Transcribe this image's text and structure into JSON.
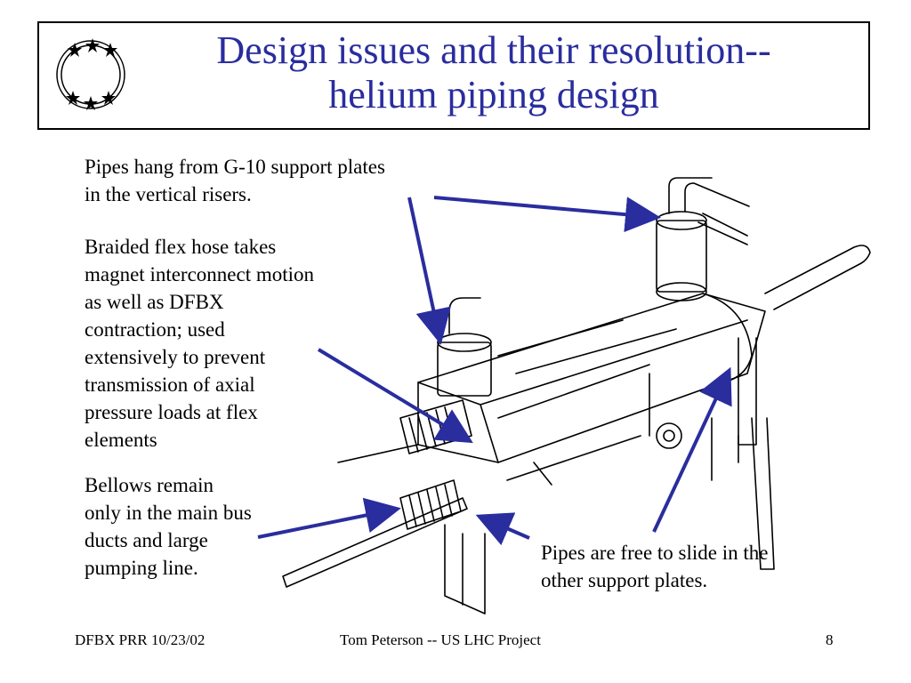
{
  "slide": {
    "title_line1": "Design issues and their resolution--",
    "title_line2": "helium piping design",
    "accent_color": "#2a2d9e"
  },
  "notes": {
    "support_plates": [
      "Pipes hang from G-10 support plates",
      "in the vertical risers."
    ],
    "flex_hose": [
      "Braided flex hose takes",
      "magnet interconnect motion",
      "as well as DFBX",
      "contraction; used",
      "extensively to prevent",
      "transmission of axial",
      "pressure loads at flex",
      "elements"
    ],
    "bellows": [
      "Bellows remain",
      "only in the main bus",
      "ducts and large",
      "pumping line."
    ],
    "slide_free": [
      "Pipes are free to slide in the",
      "other support plates."
    ]
  },
  "footer": {
    "left": "DFBX PRR  10/23/02",
    "center": "Tom Peterson -- US LHC Project",
    "page": "8"
  }
}
